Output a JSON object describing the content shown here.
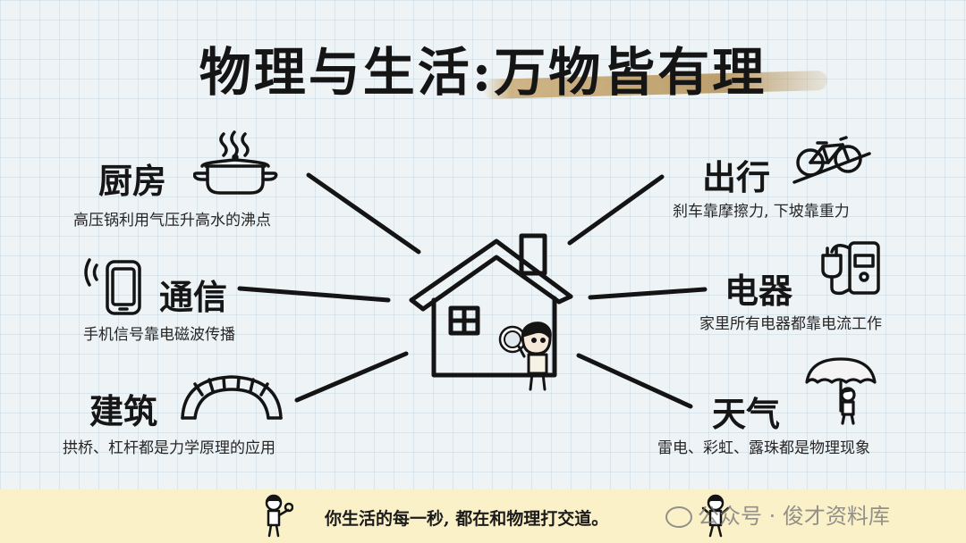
{
  "title": "物理与生活:万物皆有理",
  "topics": {
    "kitchen": {
      "name": "厨房",
      "desc": "高压锅利用气压升高水的沸点"
    },
    "communication": {
      "name": "通信",
      "desc": "手机信号靠电磁波传播"
    },
    "building": {
      "name": "建筑",
      "desc": "拱桥、杠杆都是力学原理的应用"
    },
    "travel": {
      "name": "出行",
      "desc": "刹车靠摩擦力, 下坡靠重力"
    },
    "appliance": {
      "name": "电器",
      "desc": "家里所有电器都靠电流工作"
    },
    "weather": {
      "name": "天气",
      "desc": "雷电、彩虹、露珠都是物理现象"
    }
  },
  "footer": {
    "text": "你生活的每一秒, 都在和物理打交道。"
  },
  "watermark": {
    "text": "公众号 · 俊才资料库"
  }
}
